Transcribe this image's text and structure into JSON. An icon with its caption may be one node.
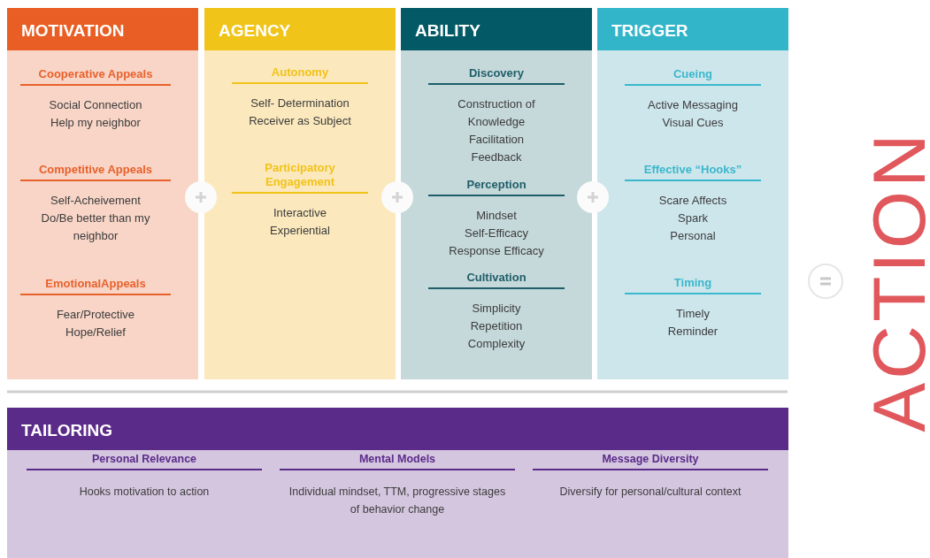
{
  "diagram": {
    "nodes": [
      {
        "text": [
          "MOTIVATION"
        ]
      },
      {
        "text": [
          "Cooperative Appeals",
          "Social Connection",
          "Help my neighbor"
        ],
        "in": 0
      },
      {
        "text": [
          "Competitive Appeals",
          "Self-Acheivement",
          "Do/Be better than my neighbor"
        ],
        "in": 0
      },
      {
        "text": [
          "EmotionalAppeals",
          "Fear/Protective",
          "Hope/Relief"
        ],
        "in": 0
      },
      {
        "text": [
          "AGENCY"
        ]
      },
      {
        "text": [
          "Autonomy",
          "Self- Determination",
          "Receiver as Subject"
        ],
        "in": 4
      },
      {
        "text": [
          "Participatory Engagement",
          "Interactive",
          "Experiential"
        ],
        "in": 4
      },
      {
        "text": [
          "ABILITY"
        ]
      },
      {
        "text": [
          "Discovery",
          "Construction of Knowledge",
          "Facilitation",
          "Feedback"
        ],
        "in": 7
      },
      {
        "text": [
          "Perception",
          "Mindset",
          "Self-Efficacy",
          "Response Efficacy"
        ],
        "in": 7
      },
      {
        "text": [
          "Cultivation",
          "Simplicity",
          "Repetition",
          "Complexity"
        ],
        "in": 7
      },
      {
        "text": [
          "TRIGGER"
        ]
      },
      {
        "text": [
          "Cueing",
          "Active Messaging",
          "Visual Cues"
        ],
        "in": 11
      },
      {
        "text": [
          "Effective “Hooks”",
          "Scare Affects",
          "Spark",
          "Personal"
        ],
        "in": 11
      },
      {
        "text": [
          "Timing",
          "Timely",
          "Reminder"
        ],
        "in": 11
      },
      {
        "text": [
          "TAILORING"
        ]
      },
      {
        "text": [
          "Personal Relevance",
          "Hooks motivation to action"
        ],
        "in": 15
      },
      {
        "text": [
          "Mental Models",
          "Individual mindset, TTM, progressive stages of behavior change"
        ],
        "in": 15
      },
      {
        "text": [
          "Message Diversity",
          "Diversify for personal/cultural context"
        ],
        "in": 15
      }
    ],
    "edges": [],
    "labels": [
      "ACTION"
    ]
  }
}
